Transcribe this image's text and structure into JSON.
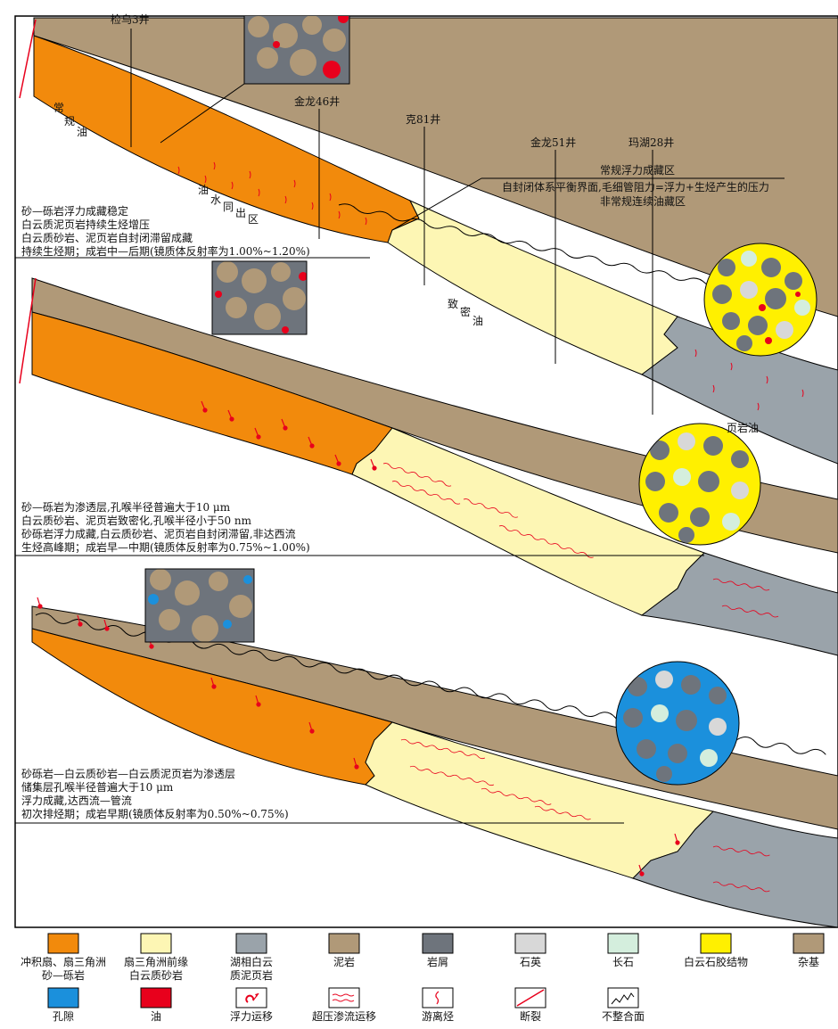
{
  "wells": [
    "检乌3井",
    "金龙46井",
    "克81井",
    "金龙51井",
    "玛湖28井"
  ],
  "zone_labels": {
    "conventional_oil": [
      "常",
      "规",
      "油"
    ],
    "oil_water": [
      "油",
      "水",
      "同",
      "出",
      "区"
    ],
    "tight_oil": [
      "致",
      "密",
      "油"
    ],
    "shale_oil": "页岩油"
  },
  "top_annotation": [
    "常规浮力成藏区",
    "自封闭体系平衡界面,毛细管阻力=浮力+生烃产生的压力",
    "非常规连续油藏区"
  ],
  "panels": [
    {
      "lines": [
        "砂—砾岩浮力成藏稳定",
        "白云质泥页岩持续生烃增压",
        "白云质砂岩、泥页岩自封闭滞留成藏",
        "持续生烃期；成岩中—后期(镜质体反射率为1.00%~1.20%)"
      ]
    },
    {
      "lines": [
        "砂—砾岩为渗透层,孔喉半径普遍大于10 μm",
        "白云质砂岩、泥页岩致密化,孔喉半径小于50 nm",
        "砂砾岩浮力成藏,白云质砂岩、泥页岩自封闭滞留,非达西流",
        "生烃高峰期；成岩早—中期(镜质体反射率为0.75%~1.00%)"
      ]
    },
    {
      "lines": [
        "砂砾岩—白云质砂岩—白云质泥页岩为渗透层",
        "储集层孔喉半径普遍大于10 μm",
        "浮力成藏,达西流—管流",
        "初次排烃期；成岩早期(镜质体反射率为0.50%~0.75%)"
      ]
    }
  ],
  "legend": [
    {
      "label": "冲积扇、扇三角洲砂—砾岩",
      "lines": [
        "冲积扇、扇三角洲",
        "砂—砾岩"
      ],
      "icon": "orange-swatch"
    },
    {
      "label": "扇三角洲前缘白云质砂岩",
      "lines": [
        "扇三角洲前缘",
        "白云质砂岩"
      ],
      "icon": "cream-swatch"
    },
    {
      "label": "湖相白云质泥页岩",
      "lines": [
        "湖相白云",
        "质泥页岩"
      ],
      "icon": "gray-swatch"
    },
    {
      "label": "泥岩",
      "lines": [
        "泥岩"
      ],
      "icon": "tan-swatch"
    },
    {
      "label": "岩屑",
      "lines": [
        "岩屑"
      ],
      "icon": "dark-gray-swatch"
    },
    {
      "label": "石英",
      "lines": [
        "石英"
      ],
      "icon": "light-gray-swatch"
    },
    {
      "label": "长石",
      "lines": [
        "长石"
      ],
      "icon": "pale-green-swatch"
    },
    {
      "label": "白云石胶结物",
      "lines": [
        "白云石胶结物"
      ],
      "icon": "yellow-swatch"
    },
    {
      "label": "杂基",
      "lines": [
        "杂基"
      ],
      "icon": "tan-swatch"
    },
    {
      "label": "孔隙",
      "lines": [
        "孔隙"
      ],
      "icon": "blue-swatch"
    },
    {
      "label": "油",
      "lines": [
        "油"
      ],
      "icon": "red-swatch"
    },
    {
      "label": "浮力运移",
      "lines": [
        "浮力运移"
      ],
      "icon": "buoyancy-arrow-icon"
    },
    {
      "label": "超压渗流运移",
      "lines": [
        "超压渗流运移"
      ],
      "icon": "wavy-line-icon"
    },
    {
      "label": "游离烃",
      "lines": [
        "游离烃"
      ],
      "icon": "squiggle-icon"
    },
    {
      "label": "断裂",
      "lines": [
        "断裂"
      ],
      "icon": "fault-line-icon"
    },
    {
      "label": "不整合面",
      "lines": [
        "不整合面"
      ],
      "icon": "unconformity-icon"
    }
  ],
  "colors": {
    "orange": "#f28a0c",
    "cream": "#fdf6b4",
    "gray": "#9aa3aa",
    "tan": "#b09978",
    "dark_gray": "#6e747c",
    "light_gray": "#d8d8d8",
    "pale_green": "#d4eedd",
    "yellow": "#fff000",
    "blue": "#1b90dc",
    "red": "#e8001c"
  }
}
